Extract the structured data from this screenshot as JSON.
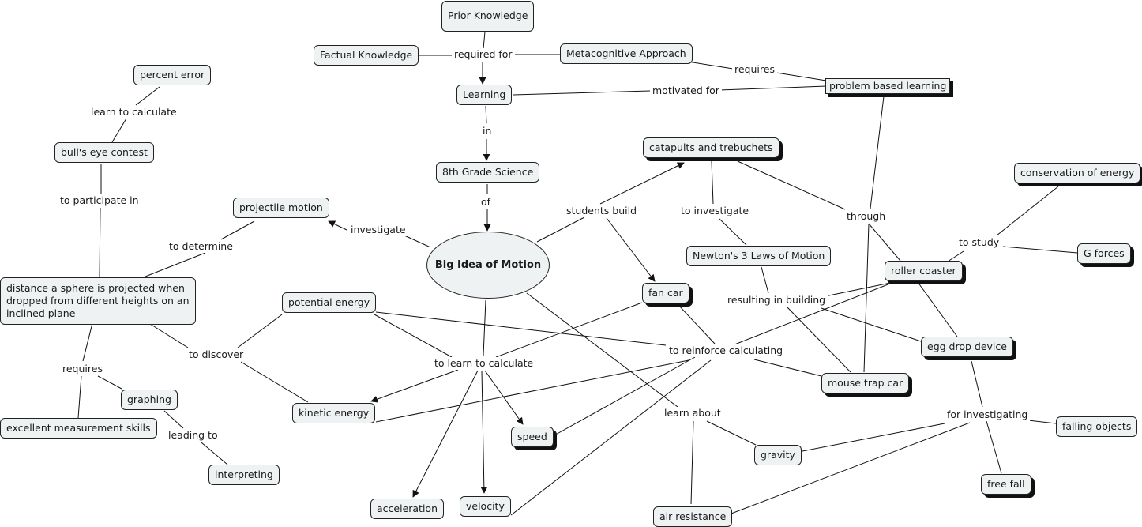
{
  "nodes": {
    "prior_knowledge": "Prior Knowledge",
    "factual_knowledge": "Factual Knowledge",
    "metacognitive_approach": "Metacognitive Approach",
    "learning": "Learning",
    "problem_based_learning": "problem based learning",
    "percent_error": "percent error",
    "bulls_eye_contest": "bull's eye contest",
    "eighth_grade_science": "8th Grade Science",
    "catapults": "catapults and trebuchets",
    "conservation_of_energy": "conservation of energy",
    "projectile_motion": "projectile motion",
    "big_idea": "Big Idea of Motion",
    "newtons_laws": "Newton's 3 Laws of Motion",
    "g_forces": "G forces",
    "roller_coaster": "roller coaster",
    "distance_sphere": "distance a sphere is projected when dropped  from different heights on an inclined plane",
    "potential_energy": "potential energy",
    "fan_car": "fan car",
    "egg_drop_device": "egg drop device",
    "mouse_trap_car": "mouse trap car",
    "graphing": "graphing",
    "kinetic_energy": "kinetic energy",
    "excellent_measurement": "excellent measurement skills",
    "speed": "speed",
    "falling_objects": "falling objects",
    "gravity": "gravity",
    "interpreting": "interpreting",
    "free_fall": "free fall",
    "acceleration": "acceleration",
    "velocity": "velocity",
    "air_resistance": "air resistance"
  },
  "link_labels": {
    "required_for": "required for",
    "requires_top": "requires",
    "motivated_for": "motivated for",
    "learn_to_calculate": "learn to calculate",
    "in": "in",
    "to_participate_in": "to participate in",
    "of": "of",
    "students_build": "students build",
    "to_investigate": "to investigate",
    "through": "through",
    "investigate": "investigate",
    "to_determine": "to determine",
    "to_study": "to study",
    "resulting_in_building": "resulting in building",
    "to_reinforce_calculating": "to reinforce calculating",
    "to_discover": "to discover",
    "to_learn_to_calculate": "to learn to calculate",
    "requires_left": "requires",
    "for_investigating": "for investigating",
    "learn_about": "learn about",
    "leading_to": "leading to"
  },
  "colors": {
    "node_fill": "#eef2f3",
    "line": "#111111",
    "background": "#ffffff"
  }
}
